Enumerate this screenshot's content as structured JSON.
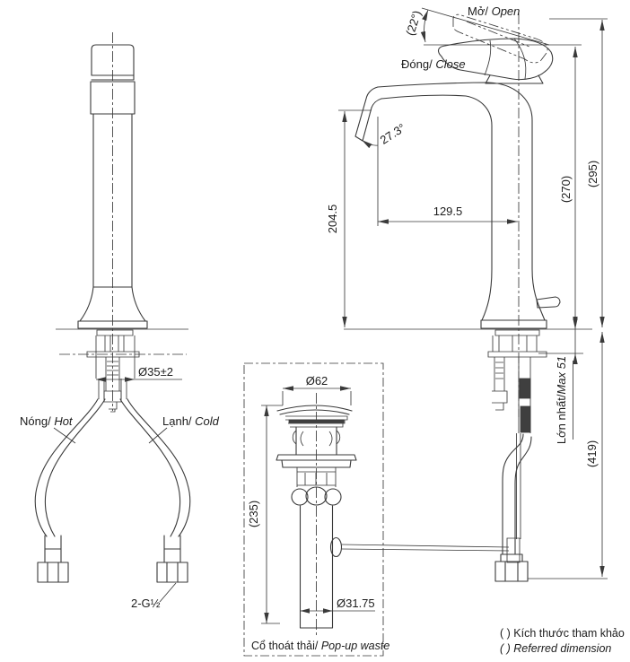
{
  "side_view": {
    "labels": {
      "open_vi": "Mở/",
      "open_en": " Open",
      "close_vi": "Đóng/",
      "close_en": " Close"
    },
    "dims": {
      "open_angle": "(22°)",
      "spout_angle": "27.3°",
      "spout_height": "204.5",
      "reach": "129.5",
      "height_closed": "(270)",
      "height_open": "(295)",
      "max_deck_vi": "Lớn nhất/",
      "max_deck_en": "Max 51",
      "below_deck": "(419)"
    }
  },
  "front_view": {
    "labels": {
      "hot_vi": "Nóng/",
      "hot_en": " Hot",
      "cold_vi": "Lạnh/",
      "cold_en": " Cold"
    },
    "dims": {
      "shank_dia": "Ø35±2",
      "thread": "2-G½"
    }
  },
  "popup": {
    "dims": {
      "top_dia": "Ø62",
      "height": "(235)",
      "tail_dia": "Ø31.75"
    },
    "caption_vi": "Cổ thoát thải/",
    "caption_en": " Pop-up waste"
  },
  "notes": {
    "line1": "( ) Kích thước tham khảo",
    "line2": "( ) Referred dimension"
  },
  "colors": {
    "line": "#3a3a3a",
    "text": "#1c1c1c",
    "background": "#ffffff"
  }
}
